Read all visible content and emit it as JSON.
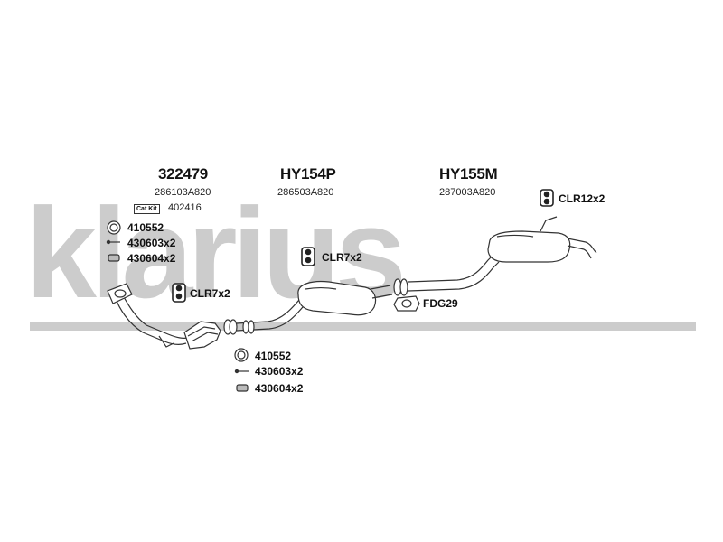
{
  "watermark": "klarius",
  "colors": {
    "watermark": "#cccccc",
    "ink": "#222222"
  },
  "parts": [
    {
      "part_no": "322479",
      "oem": "286103A820"
    },
    {
      "part_no": "HY154P",
      "oem": "286503A820"
    },
    {
      "part_no": "HY155M",
      "oem": "287003A820"
    }
  ],
  "cat_kit": {
    "tag": "Cat Kit",
    "number": "402416"
  },
  "kit_upper": [
    {
      "icon": "ring-gasket-icon",
      "label": "410552"
    },
    {
      "icon": "bolt-icon",
      "label": "430603x2"
    },
    {
      "icon": "nut-icon",
      "label": "430604x2"
    }
  ],
  "kit_lower": [
    {
      "icon": "ring-gasket-icon",
      "label": "410552"
    },
    {
      "icon": "bolt-icon",
      "label": "430603x2"
    },
    {
      "icon": "nut-icon",
      "label": "430604x2"
    }
  ],
  "clamps": [
    {
      "id": "clr7-front",
      "label": "CLR7x2"
    },
    {
      "id": "clr7-mid",
      "label": "CLR7x2"
    },
    {
      "id": "clr12-rear",
      "label": "CLR12x2"
    }
  ],
  "gasket": {
    "label": "FDG29"
  }
}
